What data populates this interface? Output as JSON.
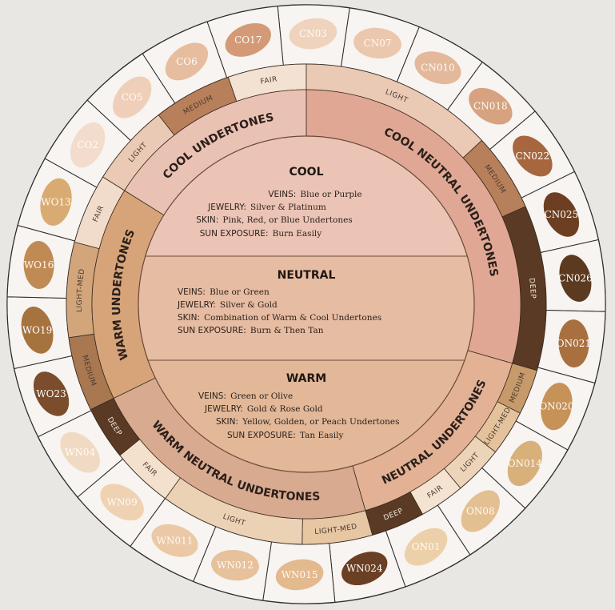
{
  "colors": {
    "background": "#e9e7e4",
    "outer_ring": "#f6f3f0",
    "cool_center": "#ecc3b8",
    "neutral_center": "#e3b9a0",
    "warm_center": "#ddb391",
    "cool_ring": "#eac2b4",
    "cool_neutral_ring": "#e0a995",
    "warm_ring": "#d8a67d",
    "neutral_ring": "#e3b297",
    "warm_neutral_ring": "#d9ab92"
  },
  "shades": [
    {
      "code": "CN03",
      "color": "#f0d3bd"
    },
    {
      "code": "CN07",
      "color": "#ebc7ad"
    },
    {
      "code": "CN010",
      "color": "#e3b89b"
    },
    {
      "code": "CN018",
      "color": "#d6a27f"
    },
    {
      "code": "CN022",
      "color": "#a8663f"
    },
    {
      "code": "CN025",
      "color": "#6d3f22"
    },
    {
      "code": "CN026",
      "color": "#5b3a1f"
    },
    {
      "code": "ON021",
      "color": "#a8703f"
    },
    {
      "code": "ON020",
      "color": "#c69257"
    },
    {
      "code": "ON014",
      "color": "#d8b07a"
    },
    {
      "code": "ON08",
      "color": "#e3c091"
    },
    {
      "code": "ON01",
      "color": "#ecd0aa"
    },
    {
      "code": "WN024",
      "color": "#6a3f24"
    },
    {
      "code": "WN015",
      "color": "#e3b98e"
    },
    {
      "code": "WN012",
      "color": "#e6c19c"
    },
    {
      "code": "WN011",
      "color": "#ebc9a6"
    },
    {
      "code": "WN09",
      "color": "#efd2b2"
    },
    {
      "code": "WN04",
      "color": "#f1dac3"
    },
    {
      "code": "WO23",
      "color": "#7b4d2c"
    },
    {
      "code": "WO19",
      "color": "#a6733f"
    },
    {
      "code": "WO16",
      "color": "#c08a55"
    },
    {
      "code": "WO13",
      "color": "#d9ab72"
    },
    {
      "code": "CO2",
      "color": "#f3dccb"
    },
    {
      "code": "CO5",
      "color": "#efcfb9"
    },
    {
      "code": "CO6",
      "color": "#e7bd9f"
    },
    {
      "code": "CO17",
      "color": "#d49a78"
    }
  ],
  "bands": [
    {
      "label": "FAIR",
      "color": "#f3e1d2",
      "light": false
    },
    {
      "label": "LIGHT",
      "color": "#eacab5",
      "light": false
    },
    {
      "label": "MEDIUM",
      "color": "#b77f5a",
      "light": false
    },
    {
      "label": "DEEP",
      "color": "#5a3a24",
      "light": true
    },
    {
      "label": "MEDIUM",
      "color": "#c69a6a",
      "light": false
    },
    {
      "label": "LIGHT-MED",
      "color": "#e4c39c",
      "light": false
    },
    {
      "label": "LIGHT",
      "color": "#ecd4b8",
      "light": false
    },
    {
      "label": "FAIR",
      "color": "#f3e3d0",
      "light": false
    },
    {
      "label": "DEEP",
      "color": "#5a3a24",
      "light": true
    },
    {
      "label": "LIGHT-MED",
      "color": "#e7c6a3",
      "light": false
    },
    {
      "label": "LIGHT",
      "color": "#ecd2b5",
      "light": false
    },
    {
      "label": "FAIR",
      "color": "#f3e1cd",
      "light": false
    },
    {
      "label": "DEEP",
      "color": "#5a3a24",
      "light": true
    },
    {
      "label": "MEDIUM",
      "color": "#a97851",
      "light": false
    },
    {
      "label": "LIGHT-MED",
      "color": "#d2a67a",
      "light": false
    },
    {
      "label": "FAIR",
      "color": "#f1dccb",
      "light": false
    },
    {
      "label": "LIGHT",
      "color": "#ebcab5",
      "light": false
    },
    {
      "label": "MEDIUM",
      "color": "#b77f5a",
      "light": false
    }
  ],
  "categories": [
    "COOL NEUTRAL UNDERTONES",
    "NEUTRAL UNDERTONES",
    "WARM NEUTRAL UNDERTONES",
    "WARM UNDERTONES",
    "COOL UNDERTONES"
  ],
  "sections": {
    "cool": {
      "title": "COOL",
      "rows": [
        {
          "label": "VEINS:",
          "value": "Blue or Purple"
        },
        {
          "label": "JEWELRY:",
          "value": "Silver & Platinum"
        },
        {
          "label": "SKIN:",
          "value": "Pink, Red, or Blue Undertones"
        },
        {
          "label": "SUN EXPOSURE:",
          "value": "Burn Easily"
        }
      ]
    },
    "neutral": {
      "title": "NEUTRAL",
      "rows": [
        {
          "label": "VEINS:",
          "value": "Blue or Green"
        },
        {
          "label": "JEWELRY:",
          "value": "Silver & Gold"
        },
        {
          "label": "SKIN:",
          "value": "Combination of Warm & Cool Undertones"
        },
        {
          "label": "SUN EXPOSURE:",
          "value": "Burn & Then Tan"
        }
      ]
    },
    "warm": {
      "title": "WARM",
      "rows": [
        {
          "label": "VEINS:",
          "value": "Green or Olive"
        },
        {
          "label": "JEWELRY:",
          "value": "Gold & Rose Gold"
        },
        {
          "label": "SKIN:",
          "value": "Yellow, Golden, or Peach Undertones"
        },
        {
          "label": "SUN EXPOSURE:",
          "value": "Tan Easily"
        }
      ]
    }
  }
}
